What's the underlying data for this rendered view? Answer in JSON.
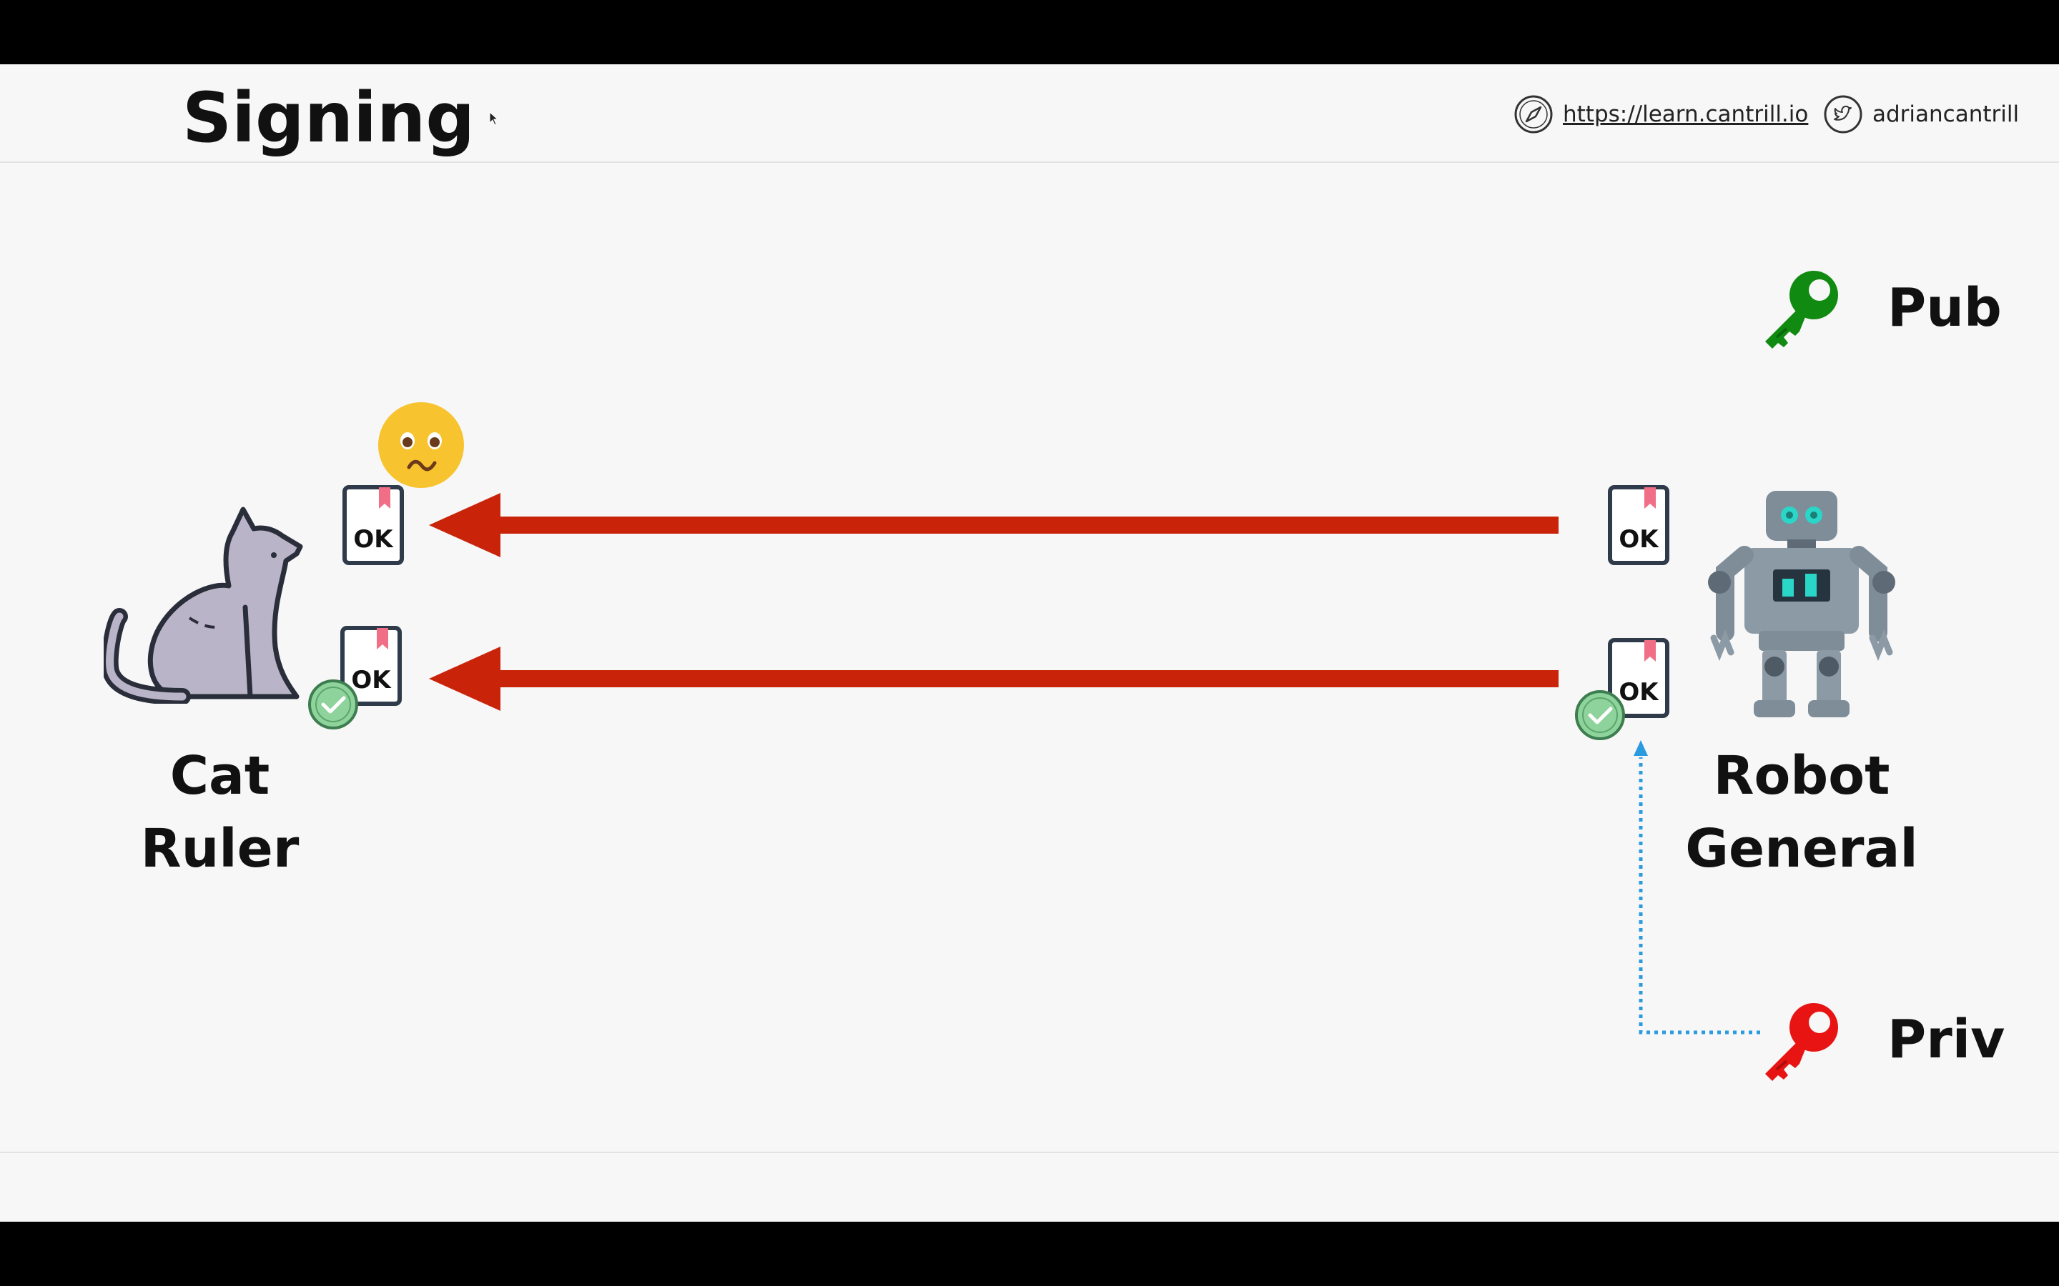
{
  "slide": {
    "title": "Signing",
    "website_link": "https://learn.cantrill.io",
    "twitter_handle": "adriancantrill"
  },
  "actors": {
    "cat": {
      "line1": "Cat",
      "line2": "Ruler"
    },
    "robot": {
      "line1": "Robot",
      "line2": "General"
    }
  },
  "keys": {
    "public": {
      "label": "Pub",
      "color": "#118a11"
    },
    "private": {
      "label": "Priv",
      "color": "#e81414"
    }
  },
  "documents": {
    "label": "OK",
    "bookmark_color": "#f06e86"
  },
  "colors": {
    "arrow": "#c9240a",
    "dotted_line": "#2b9be0",
    "check": "#8ed39b"
  }
}
